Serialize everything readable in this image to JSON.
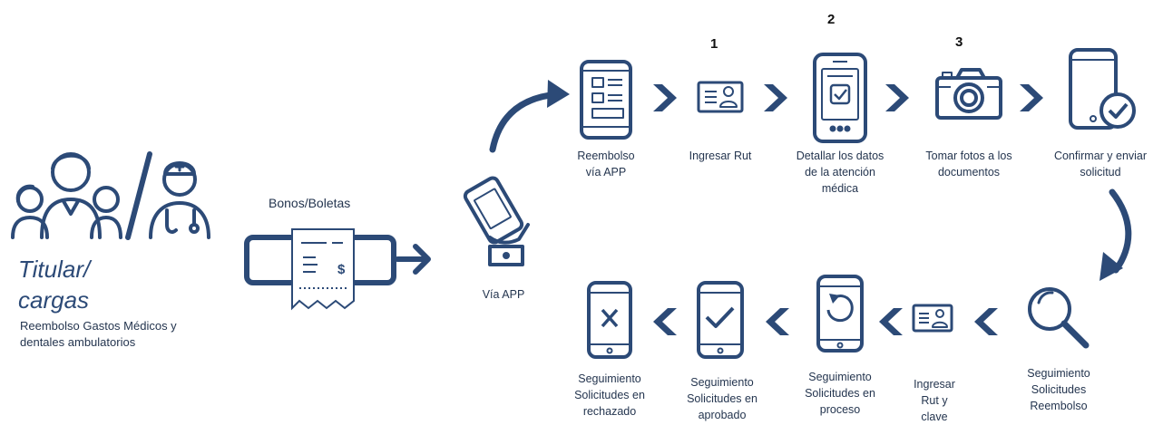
{
  "left": {
    "title": "Titular/\ncargas",
    "subtitle": "Reembolso Gastos Médicos y\ndentales ambulatorios"
  },
  "bonos_label": "Bonos/Boletas",
  "via_app_label": "Vía APP",
  "top_steps": [
    {
      "number": "",
      "label": "Reembolso\nvía APP",
      "icon": "phone-app-icon"
    },
    {
      "number": "1",
      "label": "Ingresar Rut",
      "icon": "id-card-icon"
    },
    {
      "number": "2",
      "label": "Detallar los datos\nde la atención\nmédica",
      "icon": "phone-check-icon"
    },
    {
      "number": "3",
      "label": "Tomar fotos a los\ndocumentos",
      "icon": "camera-icon"
    },
    {
      "number": "",
      "label": "Confirmar y enviar\nsolicitud",
      "icon": "phone-confirm-icon"
    }
  ],
  "bottom_steps": [
    {
      "label": "Seguimiento\nSolicitudes\nReembolso",
      "icon": "magnifier-icon"
    },
    {
      "label": "Ingresar\nRut  y\nclave",
      "icon": "id-card-icon"
    },
    {
      "label": "Seguimiento\nSolicitudes en\nproceso",
      "icon": "phone-refresh-icon"
    },
    {
      "label": "Seguimiento\nSolicitudes en\naprobado",
      "icon": "phone-check-icon"
    },
    {
      "label": "Seguimiento\nSolicitudes en\nrechazado",
      "icon": "phone-x-icon"
    }
  ],
  "colors": {
    "primary": "#2c4a77",
    "text": "#24354f"
  }
}
